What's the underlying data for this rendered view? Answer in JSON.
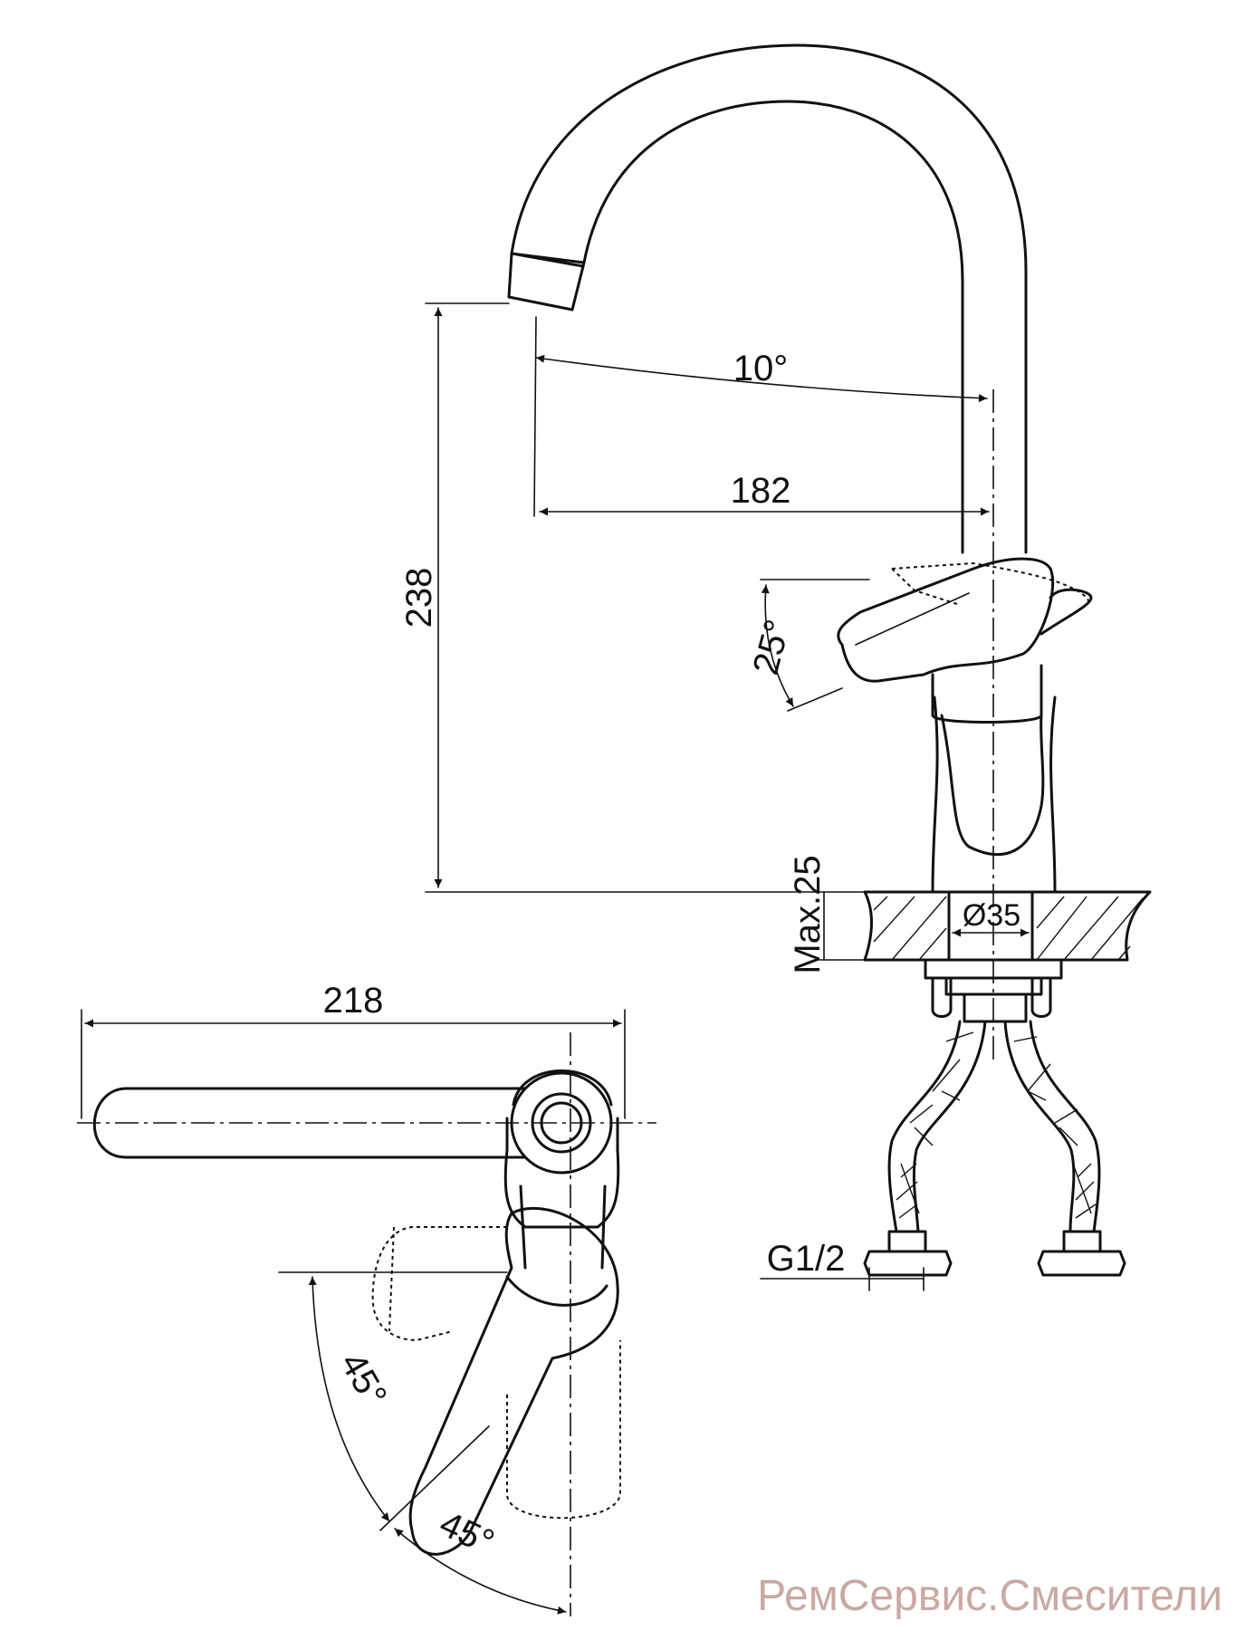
{
  "dimensions": {
    "spout_angle": "10°",
    "spout_reach": "182",
    "height": "238",
    "lever_tilt": "25°",
    "max_thickness": "Max.25",
    "hole_diameter": "Ø35",
    "plan_length": "218",
    "rotation_left": "45°",
    "rotation_right": "45°",
    "connection": "G1/2"
  },
  "watermark": "РемСервис.Смесители"
}
